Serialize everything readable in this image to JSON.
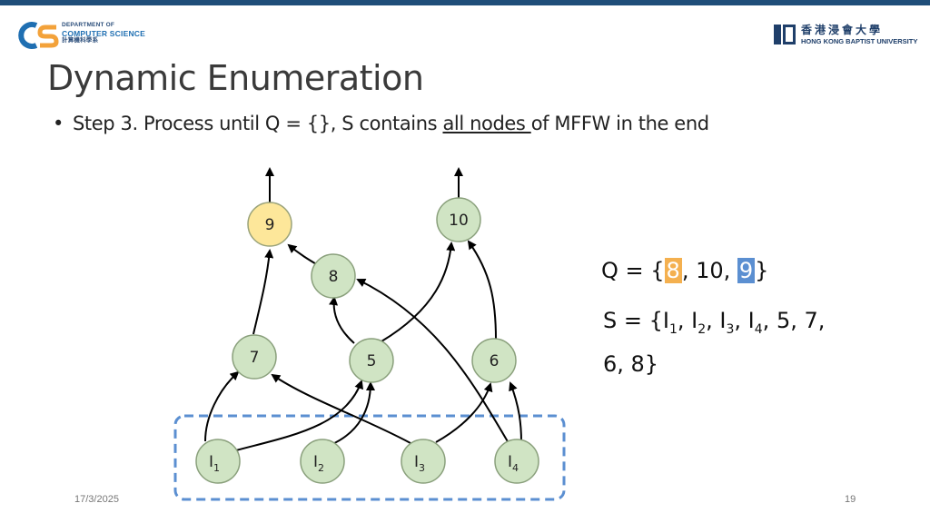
{
  "header": {
    "dept_lines": [
      "DEPARTMENT OF",
      "COMPUTER SCIENCE",
      "計算機科學系"
    ],
    "univ_cn": "香港浸會大學",
    "univ_en": "HONG KONG BAPTIST UNIVERSITY"
  },
  "slide": {
    "title": "Dynamic Enumeration",
    "bullet_prefix": "Step 3. Process until Q = {}, S contains ",
    "bullet_underlined": "all nodes ",
    "bullet_suffix": "of MFFW in the end"
  },
  "graph": {
    "nodes": [
      {
        "id": "9",
        "label": "9",
        "highlight": true
      },
      {
        "id": "10",
        "label": "10",
        "highlight": false
      },
      {
        "id": "8",
        "label": "8",
        "highlight": false
      },
      {
        "id": "7",
        "label": "7",
        "highlight": false
      },
      {
        "id": "5",
        "label": "5",
        "highlight": false
      },
      {
        "id": "6",
        "label": "6",
        "highlight": false
      },
      {
        "id": "I1",
        "label": "I",
        "sub": "1",
        "highlight": false
      },
      {
        "id": "I2",
        "label": "I",
        "sub": "2",
        "highlight": false
      },
      {
        "id": "I3",
        "label": "I",
        "sub": "3",
        "highlight": false
      },
      {
        "id": "I4",
        "label": "I",
        "sub": "4",
        "highlight": false
      }
    ],
    "edges": [
      [
        "I1",
        "7"
      ],
      [
        "I1",
        "5"
      ],
      [
        "I2",
        "5"
      ],
      [
        "I3",
        "7"
      ],
      [
        "I3",
        "6"
      ],
      [
        "I4",
        "6"
      ],
      [
        "I4",
        "8"
      ],
      [
        "5",
        "8"
      ],
      [
        "5",
        "10"
      ],
      [
        "6",
        "10"
      ],
      [
        "7",
        "9"
      ],
      [
        "8",
        "9"
      ],
      [
        "9",
        "out"
      ],
      [
        "10",
        "out"
      ]
    ],
    "colors": {
      "node_fill": "#d0e4c4",
      "node_stroke": "#8aa07c",
      "highlight_fill": "#fde79a",
      "edge": "#000000",
      "box": "#5b8fd1"
    }
  },
  "queue": {
    "prefix": "Q = {",
    "items": [
      "8",
      "10",
      "9"
    ],
    "suffix": "}",
    "orange_item": "8",
    "blue_item": "9"
  },
  "set_s": {
    "prefix": "S = {",
    "subscripted": [
      {
        "base": "I",
        "sub": "1"
      },
      {
        "base": "I",
        "sub": "2"
      },
      {
        "base": "I",
        "sub": "3"
      },
      {
        "base": "I",
        "sub": "4"
      }
    ],
    "plain_line1": [
      "5",
      "7"
    ],
    "line2": "6, 8}"
  },
  "footer": {
    "date": "17/3/2025",
    "page": "19"
  }
}
